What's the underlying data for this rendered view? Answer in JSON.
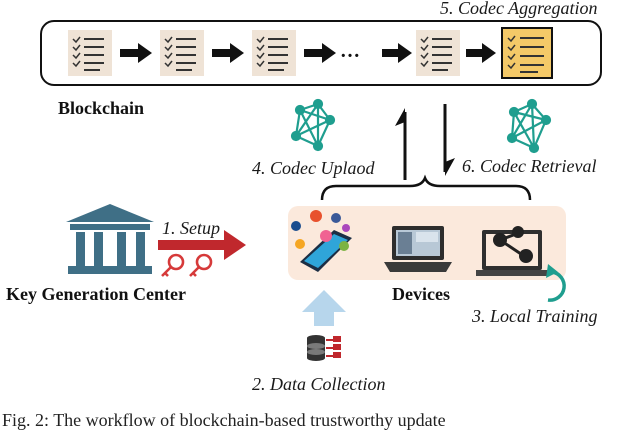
{
  "labels": {
    "codec_aggregation": "5. Codec Aggregation",
    "blockchain": "Blockchain",
    "ellipsis": "…",
    "codec_upload": "4. Codec Uplaod",
    "codec_retrieval": "6. Codec Retrieval",
    "setup": "1. Setup",
    "key_generation_center": "Key Generation Center",
    "devices": "Devices",
    "local_training": "3. Local Training",
    "data_collection": "2. Data Collection",
    "caption": "Fig. 2: The workflow of blockchain-based trustworthy update"
  },
  "colors": {
    "block_fill": "#efe3d6",
    "aggregated_block_fill": "#f4c968",
    "network_icon": "#1f9e8f",
    "setup_arrow": "#c0282d",
    "key_icon": "#d63a3a",
    "kgc_building": "#3f6f86",
    "data_arrow": "#b7d6ec",
    "panel_bg": "#fbe9dc"
  },
  "icons": {
    "blocks": [
      "checklist-icon",
      "checklist-icon",
      "checklist-icon",
      "checklist-icon",
      "checklist-icon",
      "checklist-highlighted-icon"
    ],
    "network": "network-graph-icon",
    "kgc": "institution-building-icon",
    "keys": "key-icon",
    "phone": "smartphone-apps-icon",
    "laptop": "laptop-video-icon",
    "share_laptop": "laptop-share-icon",
    "refresh": "refresh-loop-icon",
    "database": "database-icon"
  }
}
